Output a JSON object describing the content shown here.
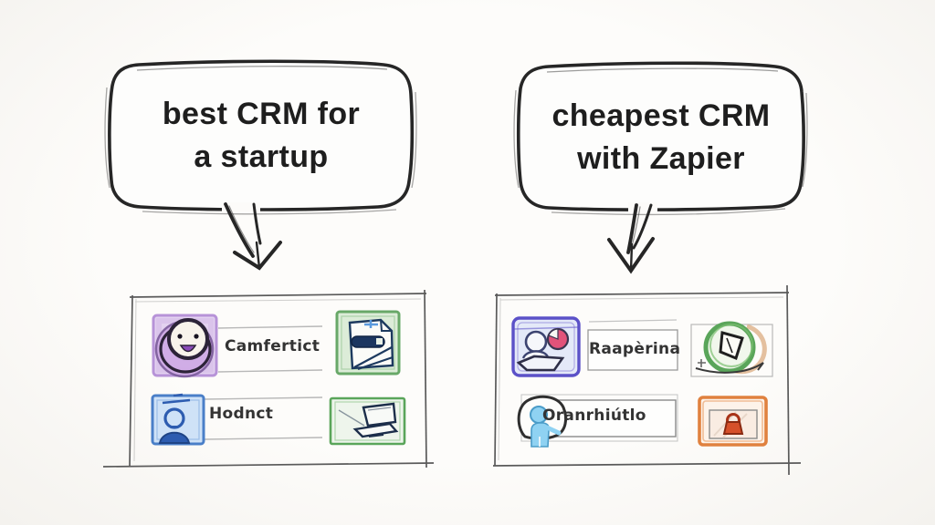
{
  "left": {
    "bubble": {
      "line1": "best CRM for",
      "line2": "a startup"
    },
    "panel": {
      "rows": [
        {
          "label": "Camfertict",
          "icon": "hooded-avatar-icon",
          "right_icon": "invoice-document-icon"
        },
        {
          "label": "Hodnct",
          "icon": "contact-person-icon",
          "right_icon": "laptop-icon"
        }
      ]
    }
  },
  "right": {
    "bubble": {
      "line1": "cheapest CRM",
      "line2": "with Zapier"
    },
    "panel": {
      "rows": [
        {
          "label": "Raapèrina",
          "icon": "report-contact-card-icon",
          "right_icon": "pencil-badge-icon"
        },
        {
          "label": "Oranrhiútlo",
          "icon": "person-speech-bubble-icon",
          "right_icon": "secure-card-icon"
        }
      ]
    }
  },
  "palette": {
    "ink": "#262626",
    "panel_line": "#5a5a5a",
    "field_line": "#b8b8b8",
    "purple": "#9b6fc8",
    "blue": "#2d5cb0",
    "green": "#5aa55a",
    "orange": "#e0813f",
    "pink": "#e2537a",
    "sky": "#8fd2f2",
    "label_color": "#333333"
  }
}
